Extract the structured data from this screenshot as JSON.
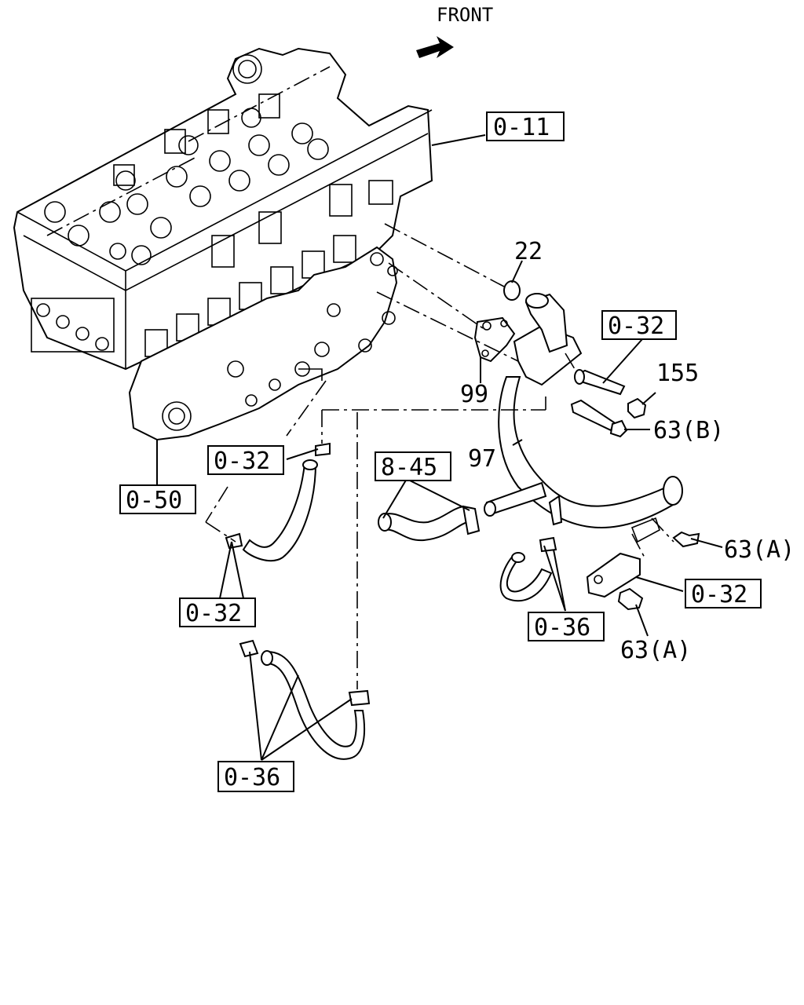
{
  "front": {
    "label": "FRONT",
    "arrow_icon": "front-arrow-icon"
  },
  "refs": {
    "r011": "0-11",
    "r032_right": "0-32",
    "r032_left": "0-32",
    "r050": "0-50",
    "r845": "8-45",
    "r032_lower": "0-32",
    "r036_right": "0-36",
    "r032_bottom": "0-32",
    "r036_bottom": "0-36"
  },
  "parts": {
    "p22": "22",
    "p99": "99",
    "p155": "155",
    "p63b": "63(B)",
    "p97": "97",
    "p63a_upper": "63(A)",
    "p63a_lower": "63(A)"
  }
}
